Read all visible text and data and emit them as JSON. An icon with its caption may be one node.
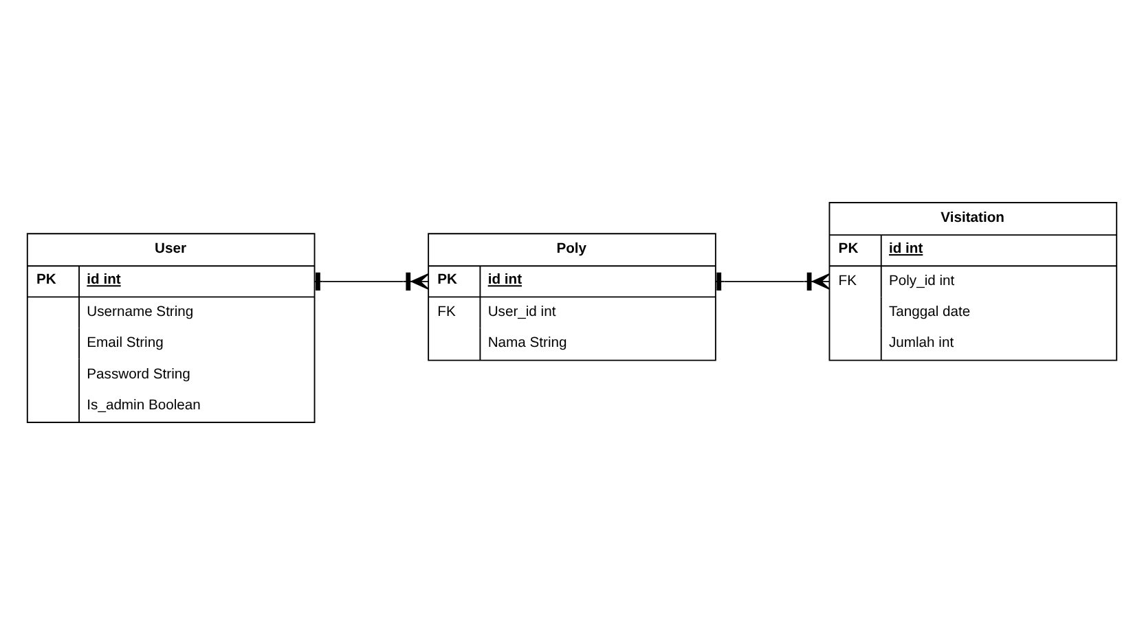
{
  "diagram": {
    "nodes": [
      {
        "text": [
          "User",
          "PK",
          "id int",
          "Username String",
          "Email String",
          "Password String",
          "Is_admin Boolean"
        ]
      },
      {
        "text": [
          "Poly",
          "PK",
          "id int",
          "FK",
          "User_id int",
          "Nama String"
        ]
      },
      {
        "text": [
          "Visitation",
          "PK",
          "id int",
          "FK",
          "Poly_id int",
          "Tanggal date",
          "Jumlah int"
        ]
      }
    ],
    "edges": [
      {
        "from": 0,
        "to": 1,
        "arrow": "other"
      },
      {
        "from": 1,
        "to": 2,
        "arrow": "other"
      }
    ]
  }
}
